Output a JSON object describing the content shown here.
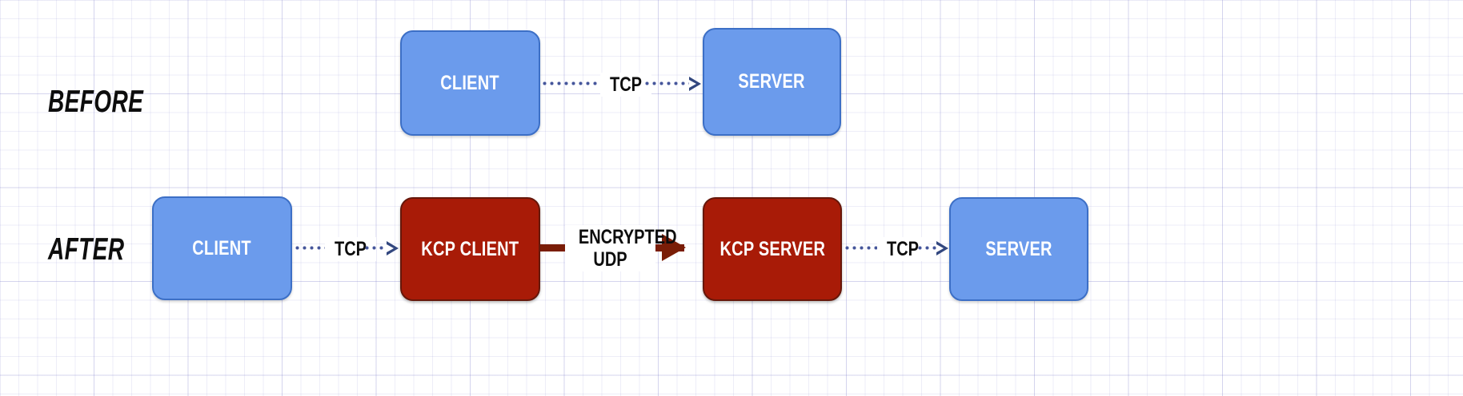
{
  "diagram": {
    "title_before": "BEFORE",
    "title_after": "AFTER",
    "colors": {
      "blue_fill": "#6b9bec",
      "blue_border": "#3c6fc6",
      "red_fill": "#a81b07",
      "red_border": "#66170a",
      "dotted_connector": "#45569b",
      "thick_connector": "#7a1d07",
      "grid": "#c8c8e6",
      "background": "#ffffff",
      "label_text": "#0d0d0d",
      "node_text": "#ffffff"
    },
    "rows": [
      {
        "label": "BEFORE",
        "nodes": [
          {
            "id": "before-client",
            "text": "CLIENT",
            "style": "blue"
          },
          {
            "id": "before-server",
            "text": "SERVER",
            "style": "blue"
          }
        ],
        "connectors": [
          {
            "id": "before-tcp",
            "label": "TCP",
            "style": "dotted",
            "from": "before-client",
            "to": "before-server"
          }
        ]
      },
      {
        "label": "AFTER",
        "nodes": [
          {
            "id": "after-client",
            "text": "CLIENT",
            "style": "blue"
          },
          {
            "id": "after-kcp-client",
            "text": "KCP CLIENT",
            "style": "red"
          },
          {
            "id": "after-kcp-server",
            "text": "KCP SERVER",
            "style": "red"
          },
          {
            "id": "after-server",
            "text": "SERVER",
            "style": "blue"
          }
        ],
        "connectors": [
          {
            "id": "after-tcp-left",
            "label": "TCP",
            "style": "dotted",
            "from": "after-client",
            "to": "after-kcp-client"
          },
          {
            "id": "after-udp",
            "label_line1": "ENCRYPTED",
            "label_line2": "UDP",
            "style": "thick",
            "from": "after-kcp-client",
            "to": "after-kcp-server"
          },
          {
            "id": "after-tcp-right",
            "label": "TCP",
            "style": "dotted",
            "from": "after-kcp-server",
            "to": "after-server"
          }
        ]
      }
    ]
  }
}
